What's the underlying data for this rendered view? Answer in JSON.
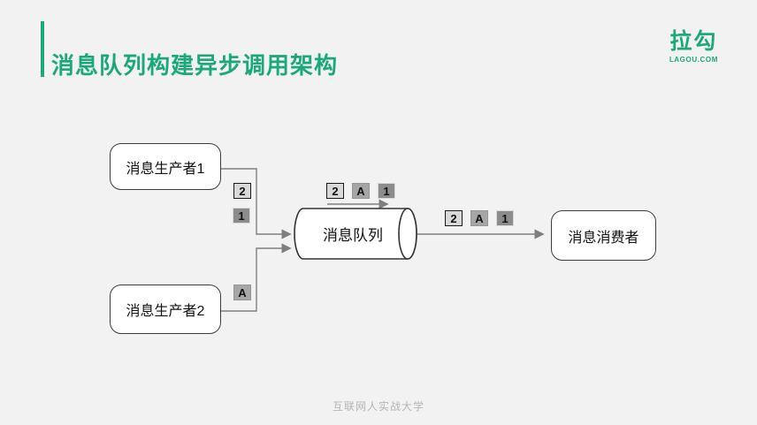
{
  "header": {
    "title": "消息队列构建异步调用架构",
    "logo_text": "拉勾",
    "logo_subtext": "LAGOU.COM"
  },
  "diagram": {
    "nodes": {
      "producer1": {
        "label": "消息生产者1"
      },
      "producer2": {
        "label": "消息生产者2"
      },
      "queue": {
        "label": "消息队列"
      },
      "consumer": {
        "label": "消息消费者"
      }
    },
    "messages": {
      "m1": "1",
      "m2": "2",
      "ma": "A"
    },
    "flows": [
      {
        "from": "消息生产者1",
        "to": "消息队列",
        "messages": [
          "2",
          "1"
        ]
      },
      {
        "from": "消息生产者2",
        "to": "消息队列",
        "messages": [
          "A"
        ]
      },
      {
        "from": "消息队列",
        "to": "消息消费者",
        "messages": [
          "2",
          "A",
          "1"
        ]
      }
    ]
  },
  "footer": {
    "text": "互联网人实战大学"
  },
  "colors": {
    "brand_green": "#1CA87C",
    "background": "#F2F2F2",
    "arrow_gray": "#7F7F7F",
    "node_border": "#3D3D3D",
    "msg_light_gray": "#D9D9D9",
    "msg_medium_gray": "#A6A6A6",
    "msg_dark_gray": "#8C8C8C"
  }
}
